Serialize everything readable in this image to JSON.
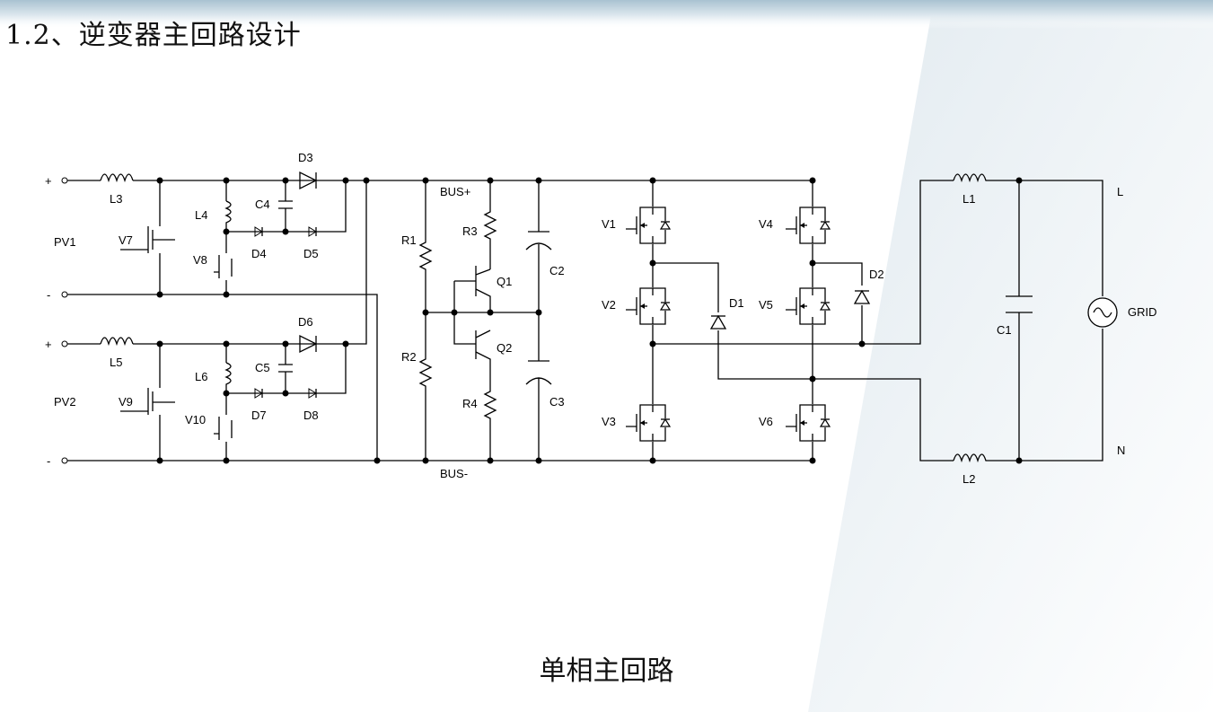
{
  "slide": {
    "title": "1.2、逆变器主回路设计",
    "caption": "单相主回路"
  },
  "labels": {
    "pv1_plus": "+",
    "pv1_minus": "-",
    "pv2_plus": "+",
    "pv2_minus": "-",
    "PV1": "PV1",
    "PV2": "PV2",
    "L3": "L3",
    "L4": "L4",
    "L5": "L5",
    "L6": "L6",
    "V7": "V7",
    "V8": "V8",
    "V9": "V9",
    "V10": "V10",
    "C4": "C4",
    "C5": "C5",
    "D3": "D3",
    "D4": "D4",
    "D5": "D5",
    "D6": "D6",
    "D7": "D7",
    "D8": "D8",
    "BUS_PLUS": "BUS+",
    "BUS_MINUS": "BUS-",
    "R1": "R1",
    "R2": "R2",
    "R3": "R3",
    "R4": "R4",
    "Q1": "Q1",
    "Q2": "Q2",
    "C2": "C2",
    "C3": "C3",
    "V1": "V1",
    "V2": "V2",
    "V3": "V3",
    "V4": "V4",
    "V5": "V5",
    "V6": "V6",
    "D1": "D1",
    "D2": "D2",
    "L1": "L1",
    "L2": "L2",
    "C1": "C1",
    "GRID": "GRID",
    "L": "L",
    "N": "N"
  },
  "colors": {
    "background_accent": "#b7ccd8",
    "wire": "#000000"
  }
}
